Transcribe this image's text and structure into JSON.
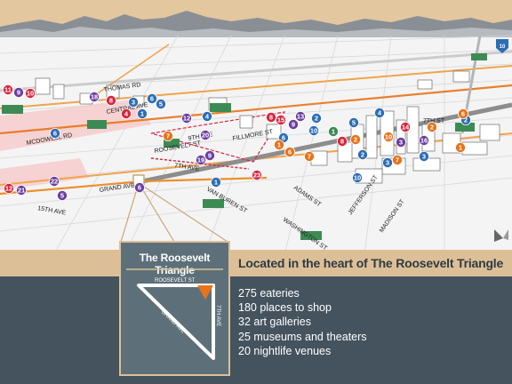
{
  "map": {
    "streets": {
      "thomas": "THOMAS RD",
      "central": "CENTRAL AVE",
      "mcdowell": "MCDOWELL RD",
      "roosevelt": "ROOSEVELT ST",
      "seventh": "7TH AVE",
      "fillmore": "FILLMORE ST",
      "ninth": "9TH AVE",
      "grand": "GRAND AVE",
      "vanburen": "VAN BUREN ST",
      "fifteenth": "15TH AVE",
      "adams": "ADAMS ST",
      "washington": "WASHINGTON ST",
      "jefferson": "JEFFERSON ST",
      "madison": "MADISON ST",
      "seventhst": "7TH ST",
      "i10": "10"
    }
  },
  "inset": {
    "title": "The Roosevelt Triangle",
    "roosevelt": "ROOSEVELT ST",
    "seventh": "7TH AVE",
    "grand": "GRAND AVE"
  },
  "headline": "Located in the heart of The Roosevelt Triangle",
  "stats": [
    "275 eateries",
    "180 places to shop",
    "32 art galleries",
    "25 museums and theaters",
    "20 nightlife venues"
  ],
  "colors": {
    "red": "#d7263d",
    "purple": "#6b3fa0",
    "blue": "#2e6db4",
    "orange": "#e8731a",
    "green": "#3d8b54",
    "tan": "#dcbf96",
    "panel": "#44535e"
  },
  "markers": [
    {
      "n": "11",
      "c": "red"
    },
    {
      "n": "9",
      "c": "purple"
    },
    {
      "n": "10",
      "c": "red"
    },
    {
      "n": "18",
      "c": "purple"
    },
    {
      "n": "8",
      "c": "red"
    },
    {
      "n": "3",
      "c": "blue"
    },
    {
      "n": "6",
      "c": "blue"
    },
    {
      "n": "5",
      "c": "blue"
    },
    {
      "n": "4",
      "c": "red"
    },
    {
      "n": "1",
      "c": "blue"
    },
    {
      "n": "12",
      "c": "purple"
    },
    {
      "n": "4",
      "c": "blue"
    },
    {
      "n": "7",
      "c": "orange"
    },
    {
      "n": "20",
      "c": "purple"
    },
    {
      "n": "19",
      "c": "purple"
    },
    {
      "n": "9",
      "c": "purple"
    },
    {
      "n": "6",
      "c": "blue"
    },
    {
      "n": "22",
      "c": "purple"
    },
    {
      "n": "12",
      "c": "red"
    },
    {
      "n": "21",
      "c": "purple"
    },
    {
      "n": "6",
      "c": "purple"
    },
    {
      "n": "5",
      "c": "purple"
    },
    {
      "n": "1",
      "c": "blue"
    },
    {
      "n": "23",
      "c": "red"
    },
    {
      "n": "8",
      "c": "red"
    },
    {
      "n": "15",
      "c": "red"
    },
    {
      "n": "9",
      "c": "purple"
    },
    {
      "n": "13",
      "c": "purple"
    },
    {
      "n": "6",
      "c": "blue"
    },
    {
      "n": "6",
      "c": "orange"
    },
    {
      "n": "2",
      "c": "blue"
    },
    {
      "n": "10",
      "c": "blue"
    },
    {
      "n": "1",
      "c": "orange"
    },
    {
      "n": "7",
      "c": "orange"
    },
    {
      "n": "8",
      "c": "red"
    },
    {
      "n": "2",
      "c": "orange"
    },
    {
      "n": "1",
      "c": "green"
    },
    {
      "n": "5",
      "c": "blue"
    },
    {
      "n": "4",
      "c": "blue"
    },
    {
      "n": "14",
      "c": "red"
    },
    {
      "n": "10",
      "c": "orange"
    },
    {
      "n": "3",
      "c": "purple"
    },
    {
      "n": "16",
      "c": "purple"
    },
    {
      "n": "2",
      "c": "blue"
    },
    {
      "n": "6",
      "c": "orange"
    },
    {
      "n": "1",
      "c": "orange"
    },
    {
      "n": "2",
      "c": "orange"
    },
    {
      "n": "3",
      "c": "blue"
    },
    {
      "n": "7",
      "c": "orange"
    },
    {
      "n": "2",
      "c": "blue"
    },
    {
      "n": "3",
      "c": "blue"
    },
    {
      "n": "10",
      "c": "blue"
    }
  ]
}
